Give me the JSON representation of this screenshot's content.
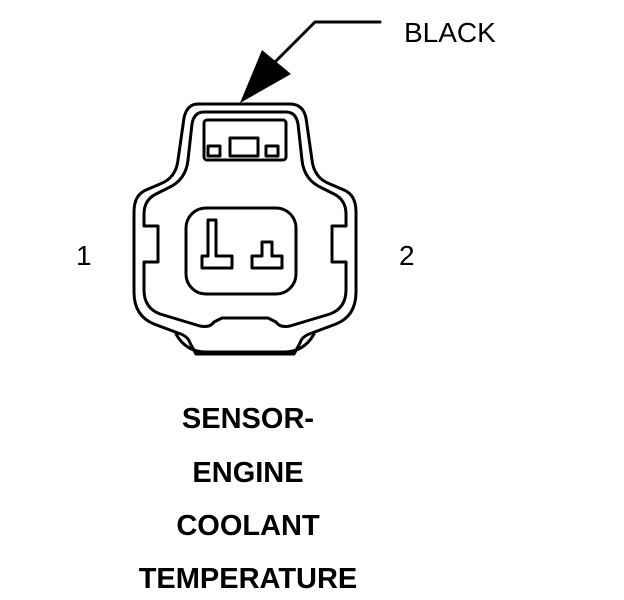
{
  "callout": {
    "label": "BLACK"
  },
  "pins": [
    {
      "number": "1"
    },
    {
      "number": "2"
    }
  ],
  "title": {
    "lines": [
      "SENSOR-",
      "ENGINE",
      "COOLANT",
      "TEMPERATURE"
    ]
  },
  "colors": {
    "ink": "#000000",
    "background": "#ffffff"
  }
}
